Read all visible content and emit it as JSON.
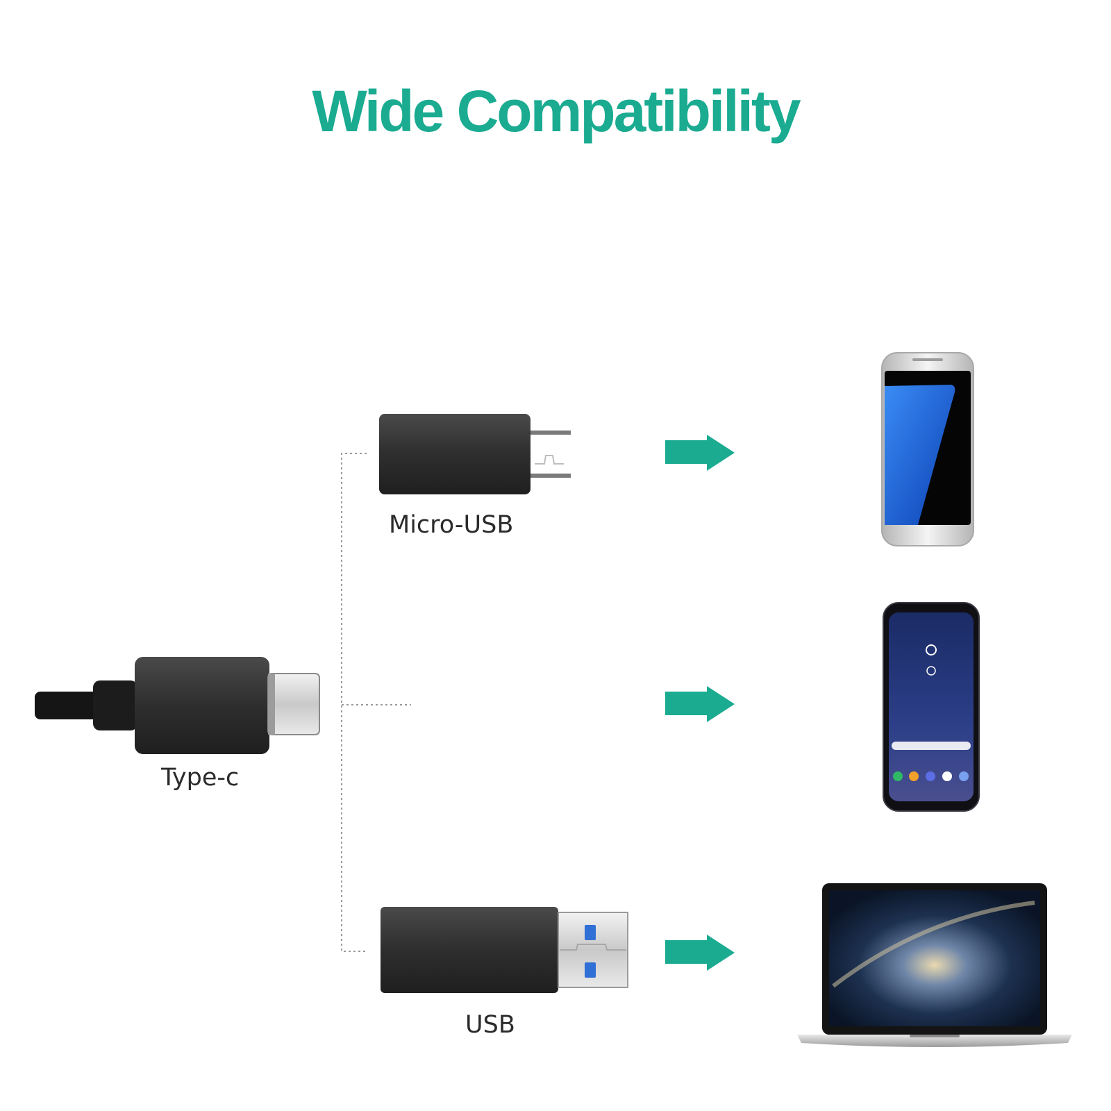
{
  "title": "Wide Compatibility",
  "source": {
    "label": "Type-c"
  },
  "adapters": [
    {
      "label": "Micro-USB"
    },
    {
      "label": ""
    },
    {
      "label": "USB"
    }
  ],
  "colors": {
    "accent": "#1aab91",
    "connector": "#2f2f2f",
    "text": "#2b2b2b"
  },
  "icons": [
    "type-c-cable-icon",
    "micro-usb-adapter-icon",
    "usb-a-adapter-icon",
    "arrow-right-icon",
    "smartphone-icon",
    "laptop-icon"
  ]
}
